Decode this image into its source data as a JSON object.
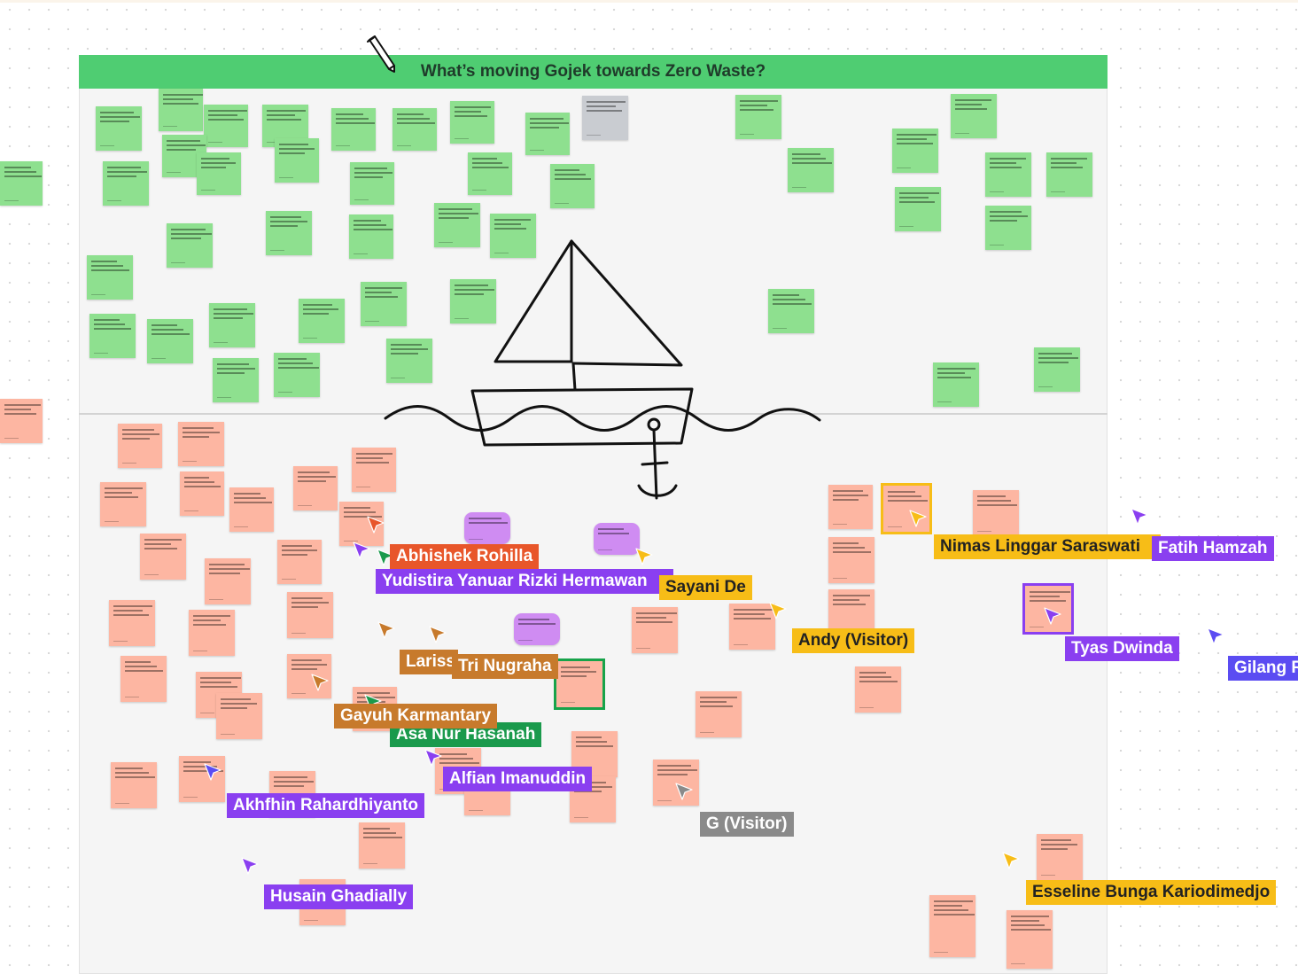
{
  "board": {
    "title": "What’s moving Gojek towards Zero Waste?"
  },
  "icons": {
    "drawing": "sailboat-anchor-drawing",
    "pencil": "pencil-icon"
  },
  "colors": {
    "header_green": "#4fcd72",
    "sticky_green": "#8ee08f",
    "sticky_salmon": "#fdb6a2",
    "sticky_purple": "#cf8cf2",
    "sticky_gray": "#c9ccd1",
    "collab_red": "#e8562a",
    "collab_purple": "#8a3ff0",
    "collab_yellow": "#f7bd17",
    "collab_orange": "#c77a2c",
    "collab_green": "#1a9a4c",
    "collab_blue": "#5b4cf2",
    "collab_gray": "#8a8a8a"
  },
  "collaborators": [
    {
      "name": "Abhishek Rohilla",
      "color": "#e8562a"
    },
    {
      "name": "Yudistira Yanuar Rizki Hermawan",
      "color": "#8a3ff0"
    },
    {
      "name": "Sayani De",
      "color": "#f7bd17"
    },
    {
      "name": "Nimas Linggar Saraswati",
      "color": "#f7bd17"
    },
    {
      "name": "Fatih Hamzah",
      "color": "#8a3ff0"
    },
    {
      "name": "Andy (Visitor)",
      "color": "#f7bd17"
    },
    {
      "name": "Tyas Dwinda",
      "color": "#8a3ff0"
    },
    {
      "name": "Gilang R",
      "color": "#5b4cf2"
    },
    {
      "name": "Larissa",
      "color": "#c77a2c"
    },
    {
      "name": "Tri Nugraha",
      "color": "#c77a2c"
    },
    {
      "name": "Gayuh Karmantary",
      "color": "#c77a2c"
    },
    {
      "name": "Asa Nur Hasanah",
      "color": "#1a9a4c"
    },
    {
      "name": "Alfian Imanuddin",
      "color": "#8a3ff0"
    },
    {
      "name": "Akhfhin Rahardhiyanto",
      "color": "#8a3ff0"
    },
    {
      "name": "G (Visitor)",
      "color": "#8a8a8a"
    },
    {
      "name": "Husain Ghadially",
      "color": "#8a3ff0"
    },
    {
      "name": "Esseline Bunga Kariodimedjo",
      "color": "#f7bd17"
    }
  ]
}
